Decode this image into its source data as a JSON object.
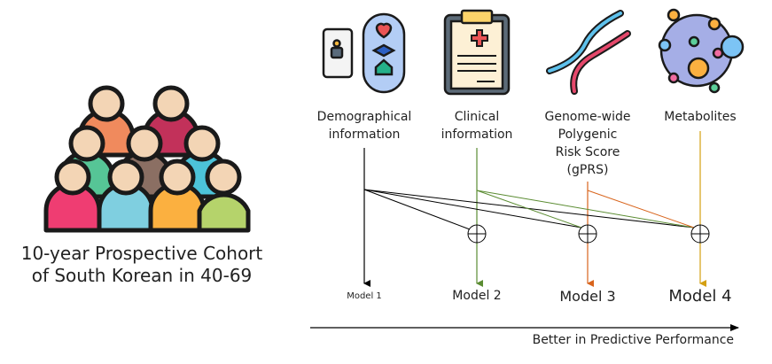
{
  "cohort": {
    "line1": "10-year Prospective Cohort",
    "line2": "of South Korean in 40-69"
  },
  "sources": [
    {
      "label_lines": [
        "Demographical",
        "information"
      ],
      "icon": "demographics-icon",
      "color": "#000000"
    },
    {
      "label_lines": [
        "Clinical",
        "information"
      ],
      "icon": "clipboard-icon",
      "color": "#5b8c32"
    },
    {
      "label_lines": [
        "Genome-wide",
        "Polygenic",
        "Risk Score",
        "(gPRS)"
      ],
      "icon": "dna-icon",
      "color": "#d8641c"
    },
    {
      "label_lines": [
        "Metabolites"
      ],
      "icon": "metabolite-icon",
      "color": "#d4a012"
    }
  ],
  "models": [
    "Model 1",
    "Model 2",
    "Model 3",
    "Model 4"
  ],
  "axis_label": "Better in Predictive Performance"
}
